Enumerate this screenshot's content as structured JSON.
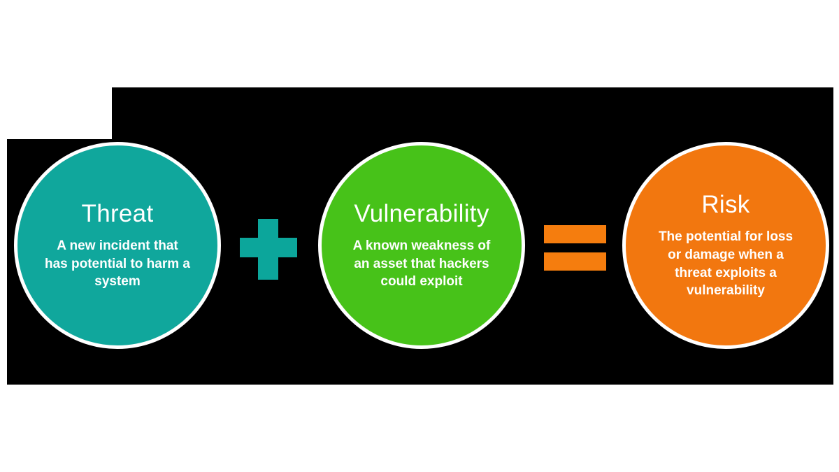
{
  "page": {
    "background_color": "#ffffff",
    "backdrop_color": "#000000",
    "text_color": "#ffffff"
  },
  "diagram": {
    "formula": "Threat + Vulnerability = Risk",
    "nodes": [
      {
        "label": "Threat",
        "description_lines": [
          "A new incident that",
          "has potential to harm a",
          "system"
        ],
        "color": "#10a79c"
      },
      {
        "label": "Vulnerability",
        "description_lines": [
          "A known weakness of",
          "an asset that hackers",
          "could exploit"
        ],
        "color": "#47c219"
      },
      {
        "label": "Risk",
        "description_lines": [
          "The potential for loss",
          "or damage when a",
          "threat exploits a",
          "vulnerability"
        ],
        "color": "#f2770f"
      }
    ],
    "operators": [
      {
        "name": "plus",
        "symbol": "+",
        "color": "#0ca69b"
      },
      {
        "name": "equals",
        "symbol": "=",
        "color": "#f57d0e"
      }
    ]
  }
}
